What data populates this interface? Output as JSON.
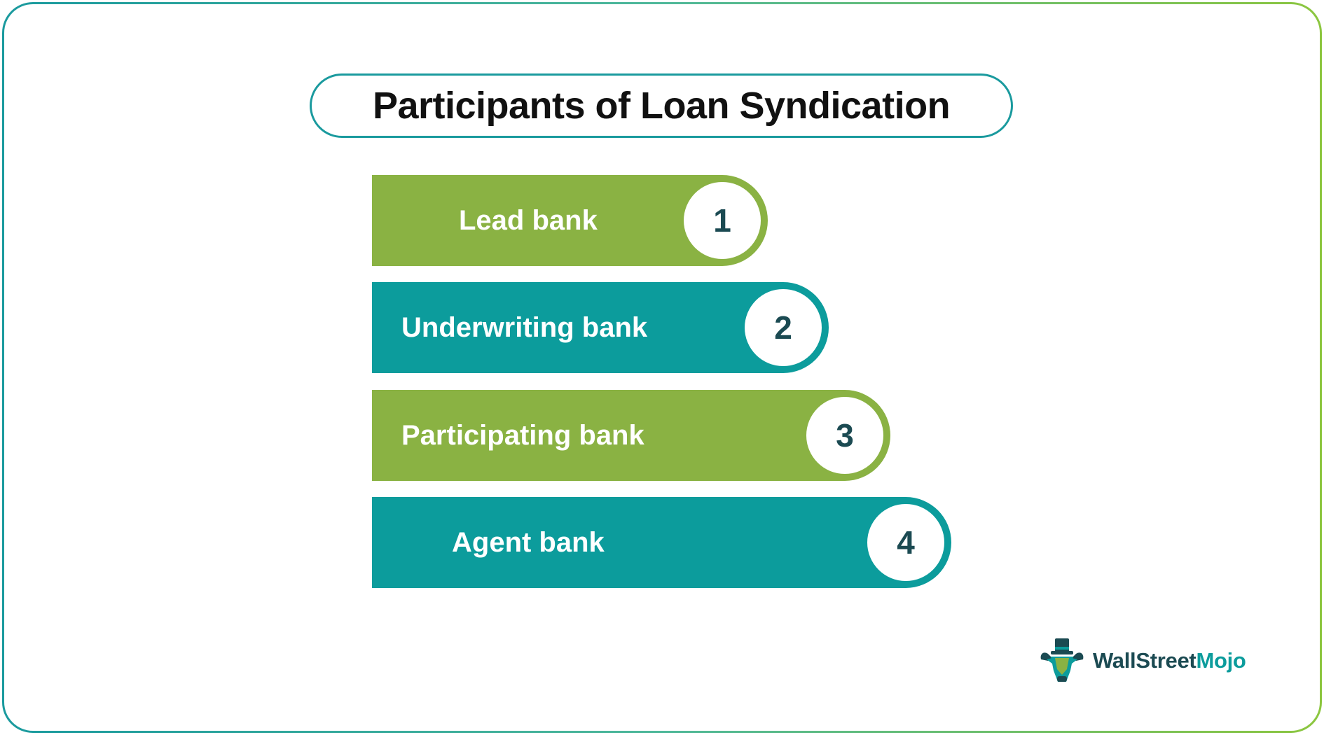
{
  "title": "Participants of Loan Syndication",
  "participants": [
    {
      "number": "1",
      "label": "Lead bank",
      "color": "#8ab243"
    },
    {
      "number": "2",
      "label": "Underwriting bank",
      "color": "#0c9c9c"
    },
    {
      "number": "3",
      "label": "Participating bank",
      "color": "#8ab243"
    },
    {
      "number": "4",
      "label": "Agent bank",
      "color": "#0c9c9c"
    }
  ],
  "logo": {
    "brand_part1": "WallStreet",
    "brand_part2": "Mojo",
    "icon": "bull-with-hat-icon"
  },
  "colors": {
    "teal": "#0c9c9c",
    "green": "#8ab243",
    "dark_text": "#1b4a52"
  }
}
